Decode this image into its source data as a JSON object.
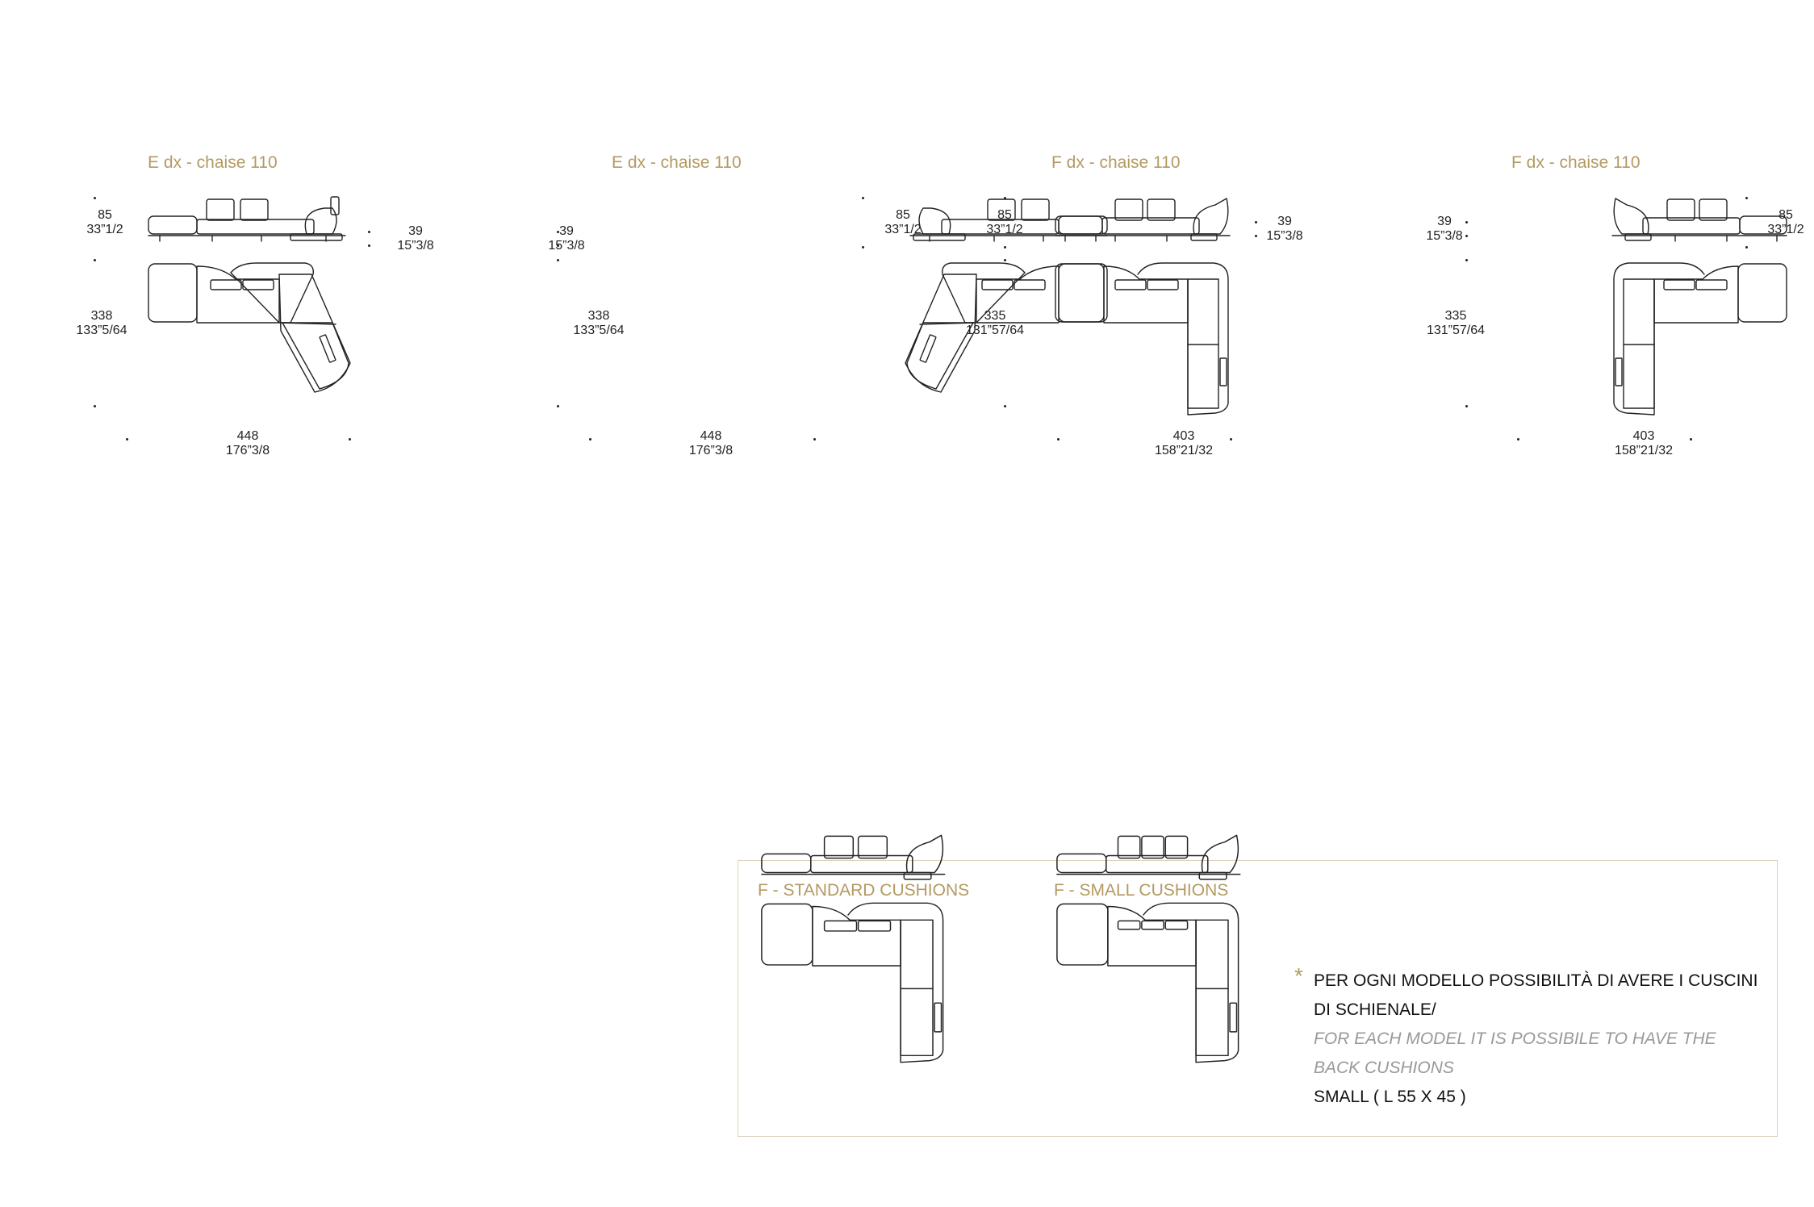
{
  "configurations": [
    {
      "title": "E dx - chaise 110",
      "height_cm": "85",
      "height_in": "33”1/2",
      "seat_cm": "39",
      "seat_in": "15”3/8",
      "depth_cm": "338",
      "depth_in": "133”5/64",
      "width_cm": "448",
      "width_in": "176”3/8"
    },
    {
      "title": "E dx - chaise 110",
      "height_cm": "85",
      "height_in": "33”1/2",
      "seat_cm": "39",
      "seat_in": "15”3/8",
      "depth_cm": "338",
      "depth_in": "133”5/64",
      "width_cm": "448",
      "width_in": "176”3/8"
    },
    {
      "title": "F dx - chaise 110",
      "height_cm": "85",
      "height_in": "33”1/2",
      "seat_cm": "39",
      "seat_in": "15”3/8",
      "depth_cm": "335",
      "depth_in": "131”57/64",
      "width_cm": "403",
      "width_in": "158”21/32"
    },
    {
      "title": "F dx - chaise 110",
      "height_cm": "85",
      "height_in": "33”1/2",
      "seat_cm": "39",
      "seat_in": "15”3/8",
      "depth_cm": "335",
      "depth_in": "131”57/64",
      "width_cm": "403",
      "width_in": "158”21/32"
    }
  ],
  "cushions": {
    "standard_title": "F - STANDARD CUSHIONS",
    "small_title": "F - SMALL CUSHIONS"
  },
  "note": {
    "star": "*",
    "line_it": "PER OGNI MODELLO POSSIBILITÀ DI AVERE I CUSCINI DI SCHIENALE/",
    "line_en": "FOR EACH MODEL IT IS POSSIBILE TO HAVE THE BACK CUSHIONS",
    "line_size": "SMALL ( L 55 X 45 )"
  },
  "colors": {
    "accent": "#b39a62",
    "border": "#d9d2bb",
    "muted": "#999999"
  }
}
